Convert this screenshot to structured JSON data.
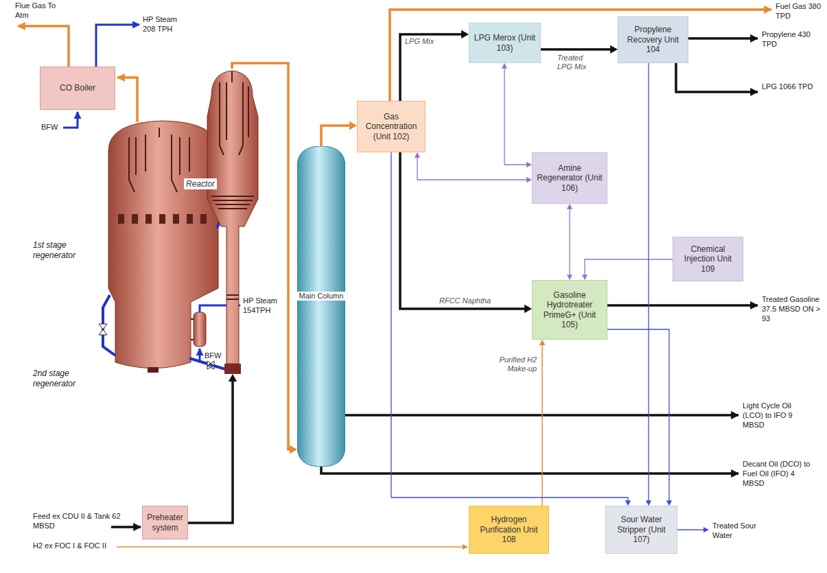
{
  "diagram": {
    "nodes": [
      {
        "text": [
          "CO Boiler"
        ]
      },
      {
        "text": [
          "Reactor"
        ]
      },
      {
        "text": [
          "Gas Concentration (Unit 102)"
        ]
      },
      {
        "text": [
          "LPG Merox (Unit 103)"
        ]
      },
      {
        "text": [
          "Propylene Recovery Unit 104"
        ]
      },
      {
        "text": [
          "Amine Regenerator (Unit 106)"
        ]
      },
      {
        "text": [
          "Main Column"
        ]
      },
      {
        "text": [
          "Chemical Injection Unit 109"
        ]
      },
      {
        "text": [
          "Gasoline Hydrotreater PrimeG+ (Unit 105)"
        ]
      },
      {
        "text": [
          "Preheater system"
        ]
      },
      {
        "text": [
          "Hydrogen Purification Unit 108"
        ]
      },
      {
        "text": [
          "Sour Water Stripper (Unit 107)"
        ]
      }
    ],
    "edges": [
      {
        "from": 9,
        "to": 1,
        "arrow": "to"
      },
      {
        "from": 1,
        "to": 6,
        "arrow": "to"
      },
      {
        "from": 6,
        "to": 2,
        "arrow": "to"
      },
      {
        "from": 2,
        "to": 3,
        "arrow": "to",
        "label": "LPG Mix"
      },
      {
        "from": 3,
        "to": 4,
        "arrow": "to",
        "label": "Treated LPG Mix"
      },
      {
        "from": 2,
        "to": 8,
        "arrow": "to",
        "label": "RFCC Naphtha"
      },
      {
        "from": 5,
        "to": 3,
        "arrow": "both"
      },
      {
        "from": 5,
        "to": 2,
        "arrow": "both"
      },
      {
        "from": 5,
        "to": 8,
        "arrow": "both"
      },
      {
        "from": 7,
        "to": 8,
        "arrow": "to"
      },
      {
        "from": 10,
        "to": 8,
        "arrow": "to",
        "label": "Purified H2 Make-up"
      },
      {
        "from": 2,
        "to": 11,
        "arrow": "to"
      },
      {
        "from": 4,
        "to": 11,
        "arrow": "to"
      },
      {
        "from": 8,
        "to": 11,
        "arrow": "to"
      }
    ],
    "labels": [
      "Flue Gas To Atm",
      "HP Steam 208 TPH",
      "BFW",
      "1st stage regenerator",
      "2nd stage regenerator",
      "HP Steam 154TPH",
      "BFW",
      "Fuel Gas 380 TPD",
      "Propylene 430 TPD",
      "LPG 1066 TPD",
      "Treated Gasoline 37.5 MBSD ON > 93",
      "Light Cycle Oil (LCO) to IFO 9 MBSD",
      "Decant Oil (DCO) to Fuel Oil (IFO) 4 MBSD",
      "Treated Sour Water",
      "Feed ex CDU II & Tank 62 MBSD",
      "H2 ex FOC I & FOC II"
    ]
  }
}
